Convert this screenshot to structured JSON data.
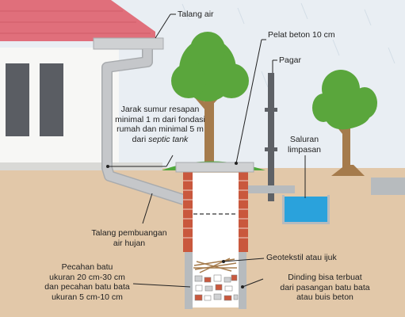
{
  "labels": {
    "talang_air": "Talang air",
    "pelat_beton": "Pelat beton  10 cm",
    "pagar": "Pagar",
    "jarak": {
      "line1": "Jarak sumur resapan",
      "line2": "minimal 1 m dari fondasi",
      "line3": "rumah dan minimal 5 m",
      "line4_prefix": "dari ",
      "line4_italic": "septic tank"
    },
    "saluran": {
      "line1": "Saluran",
      "line2": "limpasan"
    },
    "talang_pembuangan": {
      "line1": "Talang pembuangan",
      "line2": "air hujan"
    },
    "geotekstil": "Geotekstil atau ijuk",
    "pecahan": {
      "line1": "Pecahan batu",
      "line2": "ukuran 20 cm-30 cm",
      "line3": "dan pecahan batu bata",
      "line4": "ukuran 5 cm-10 cm"
    },
    "dinding": {
      "line1": "Dinding bisa terbuat",
      "line2": "dari pasangan batu bata",
      "line3": "atau buis beton"
    }
  },
  "colors": {
    "sky": "#e9eef3",
    "ground": "#e2c8a9",
    "roof": "#e06f7b",
    "wall": "#f7f7f5",
    "window": "#5a5d63",
    "pipe": "#c5c7ca",
    "brick": "#c9583d",
    "concrete": "#b7bbbe",
    "water": "#2aa2dc",
    "tree": "#5aa63c",
    "trunk": "#a57b4c",
    "grass": "#4fa93c"
  }
}
